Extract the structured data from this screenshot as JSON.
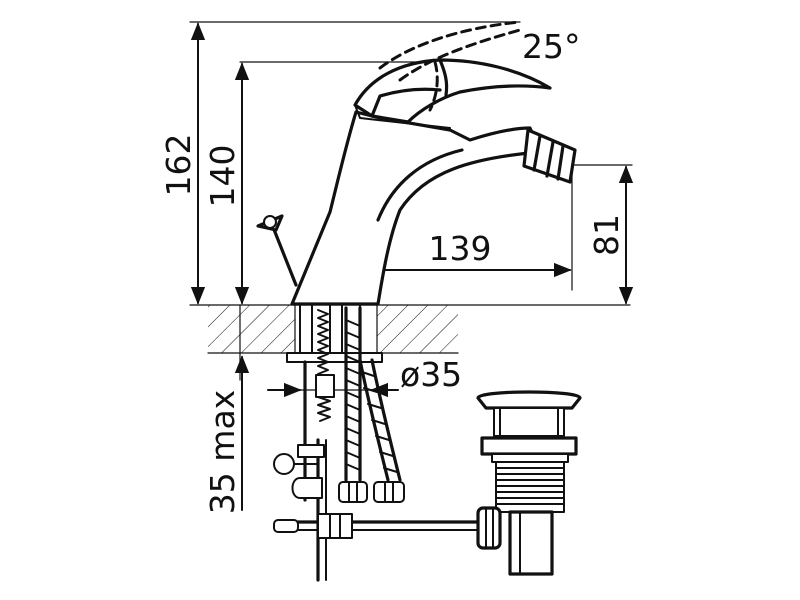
{
  "dimensions": {
    "total_height": "162",
    "body_height": "140",
    "lever_angle": "25°",
    "spout_reach": "139",
    "spout_height": "81",
    "hole_diameter": "ø35",
    "max_deck_thickness": "35 max"
  },
  "colors": {
    "line": "#111111",
    "background": "#ffffff"
  }
}
